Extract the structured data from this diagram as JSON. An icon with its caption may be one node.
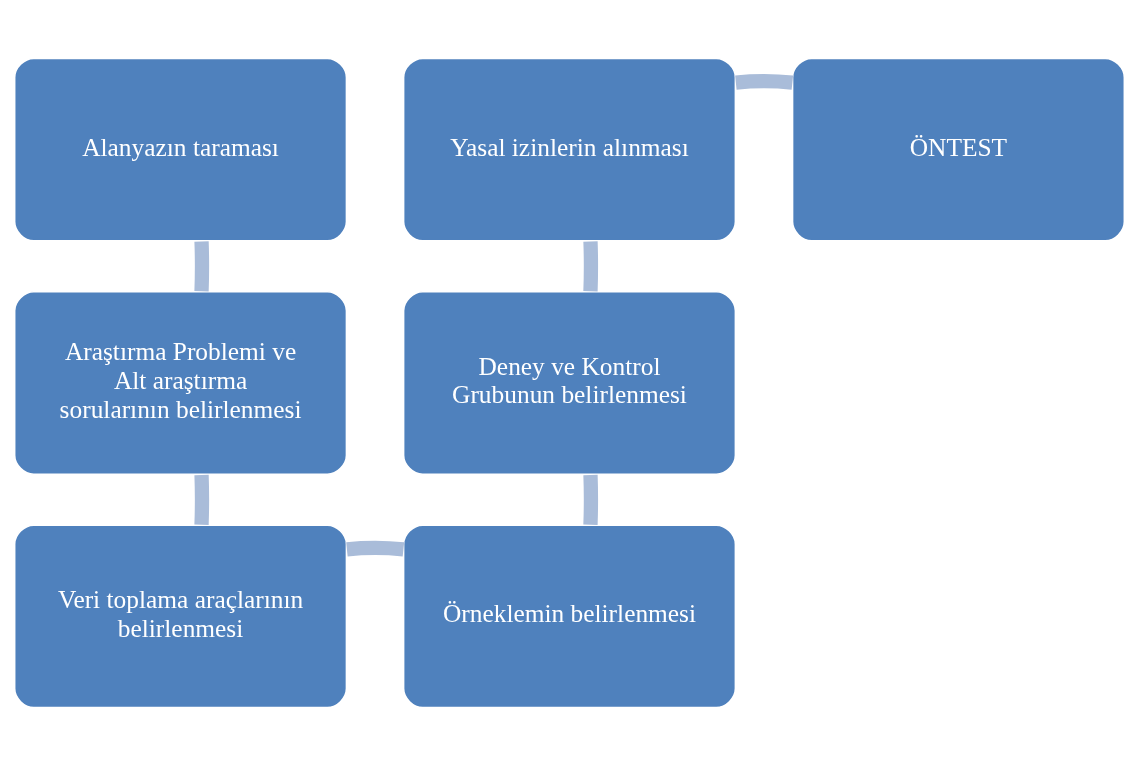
{
  "diagram": {
    "nodes": [
      {
        "text": [
          "Alanyazın taraması"
        ]
      },
      {
        "text": [
          "Araştırma Problemi ve Alt araştırma sorularının belirlenmesi"
        ]
      },
      {
        "text": [
          "Veri toplama araçlarının belirlenmesi"
        ]
      },
      {
        "text": [
          "Örneklemin belirlenmesi"
        ]
      },
      {
        "text": [
          "Deney ve Kontrol Grubunun belirlenmesi"
        ]
      },
      {
        "text": [
          "Yasal izinlerin alınması"
        ]
      },
      {
        "text": [
          "ÖNTEST"
        ]
      }
    ],
    "edges": [
      {
        "from": 0,
        "to": 1,
        "arrow": "none"
      },
      {
        "from": 1,
        "to": 2,
        "arrow": "none"
      },
      {
        "from": 2,
        "to": 3,
        "arrow": "none"
      },
      {
        "from": 3,
        "to": 4,
        "arrow": "none"
      },
      {
        "from": 4,
        "to": 5,
        "arrow": "none"
      },
      {
        "from": 5,
        "to": 6,
        "arrow": "none"
      }
    ]
  }
}
